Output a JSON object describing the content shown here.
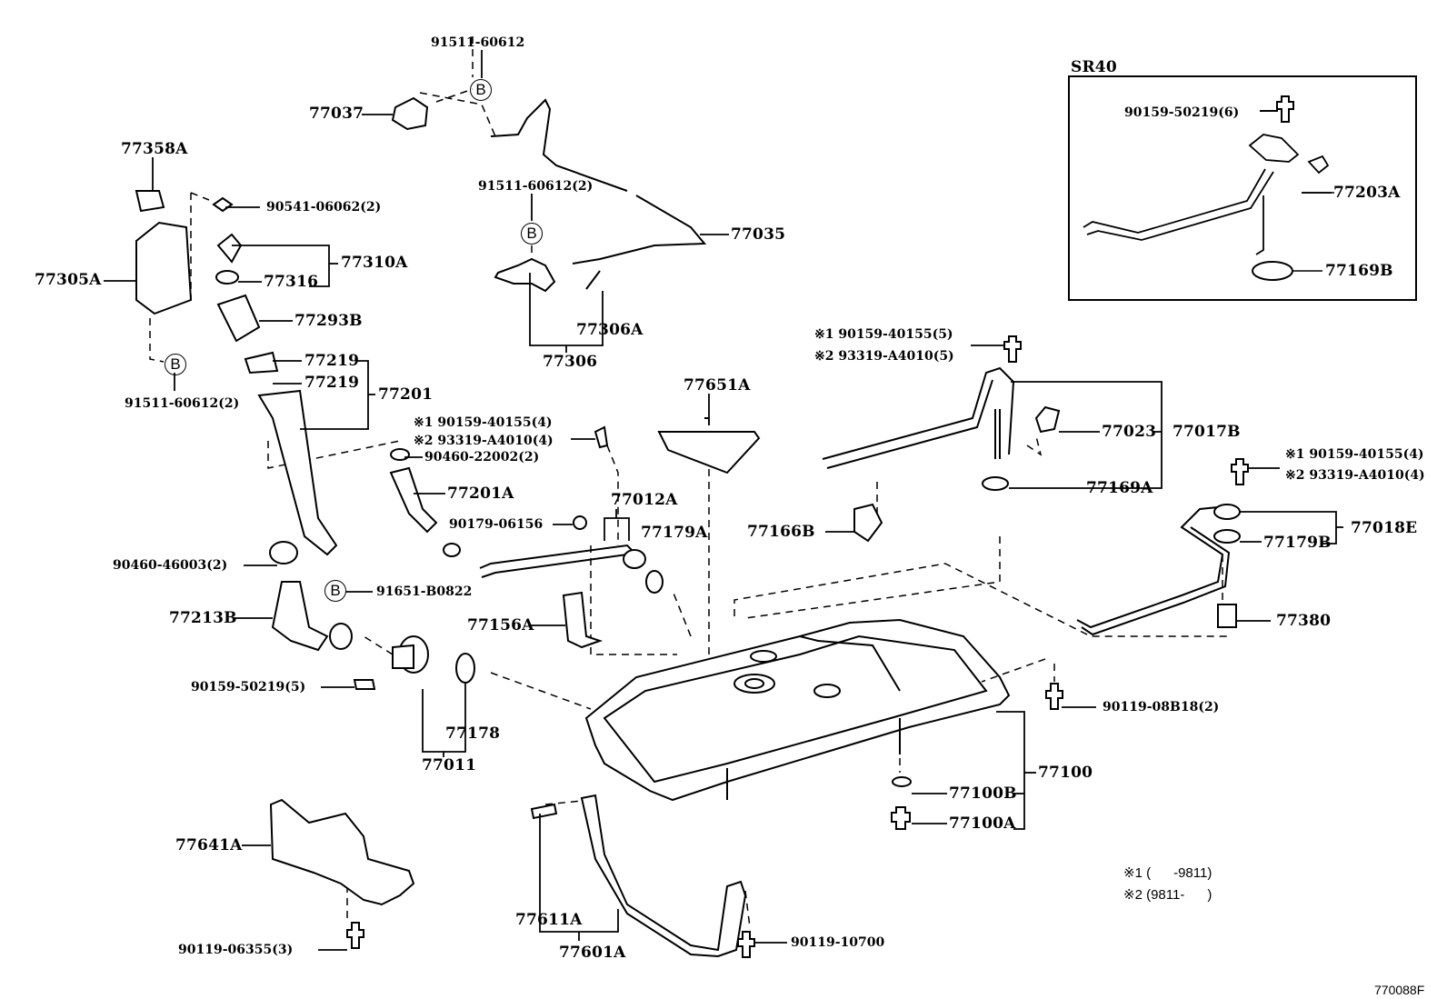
{
  "diagram": {
    "figure_id": "770088F",
    "inset": {
      "title": "SR40",
      "labels": {
        "bolt": "90159-50219(6)",
        "sender_gauge": "77203A",
        "gasket": "77169B"
      }
    },
    "callout_marker": "B",
    "labels": {
      "p91511_60612_top": "91511-60612",
      "p77037": "77037",
      "p91511_60612_2_mid": "91511-60612(2)",
      "p77035": "77035",
      "p77306A": "77306A",
      "p77306": "77306",
      "p77358A": "77358A",
      "p90541_06062": "90541-06062(2)",
      "p77305A": "77305A",
      "p77310A": "77310A",
      "p77316": "77316",
      "p77293B": "77293B",
      "p91511_60612_2_left": "91511-60612(2)",
      "p77219_a": "77219",
      "p77219_b": "77219",
      "p77201": "77201",
      "p_note1_40155_4_mid": "※1 90159-40155(4)",
      "p_note2_A4010_4_mid": "※2 93319-A4010(4)",
      "p90460_22002": "90460-22002(2)",
      "p77201A": "77201A",
      "p77012A": "77012A",
      "p90179_06156": "90179-06156",
      "p77179A": "77179A",
      "p90460_46003": "90460-46003(2)",
      "p91651_B0822": "91651-B0822",
      "p77213B": "77213B",
      "p77156A": "77156A",
      "p90159_50219_5": "90159-50219(5)",
      "p77178": "77178",
      "p77011": "77011",
      "p77651A": "77651A",
      "p_note1_40155_5": "※1 90159-40155(5)",
      "p_note2_A4010_5": "※2 93319-A4010(5)",
      "p77023": "77023",
      "p77017B": "77017B",
      "p77169A": "77169A",
      "p77166B": "77166B",
      "p_note1_40155_4_right": "※1 90159-40155(4)",
      "p_note2_A4010_4_right": "※2 93319-A4010(4)",
      "p77018E": "77018E",
      "p77179B": "77179B",
      "p77380": "77380",
      "p90119_08B18": "90119-08B18(2)",
      "p77100": "77100",
      "p77100B": "77100B",
      "p77100A": "77100A",
      "p77641A": "77641A",
      "p90119_06355": "90119-06355(3)",
      "p77611A": "77611A",
      "p77601A": "77601A",
      "p90119_10700": "90119-10700"
    },
    "footnotes": {
      "note1": "※1 (      -9811)",
      "note2": "※2 (9811-      )"
    }
  }
}
